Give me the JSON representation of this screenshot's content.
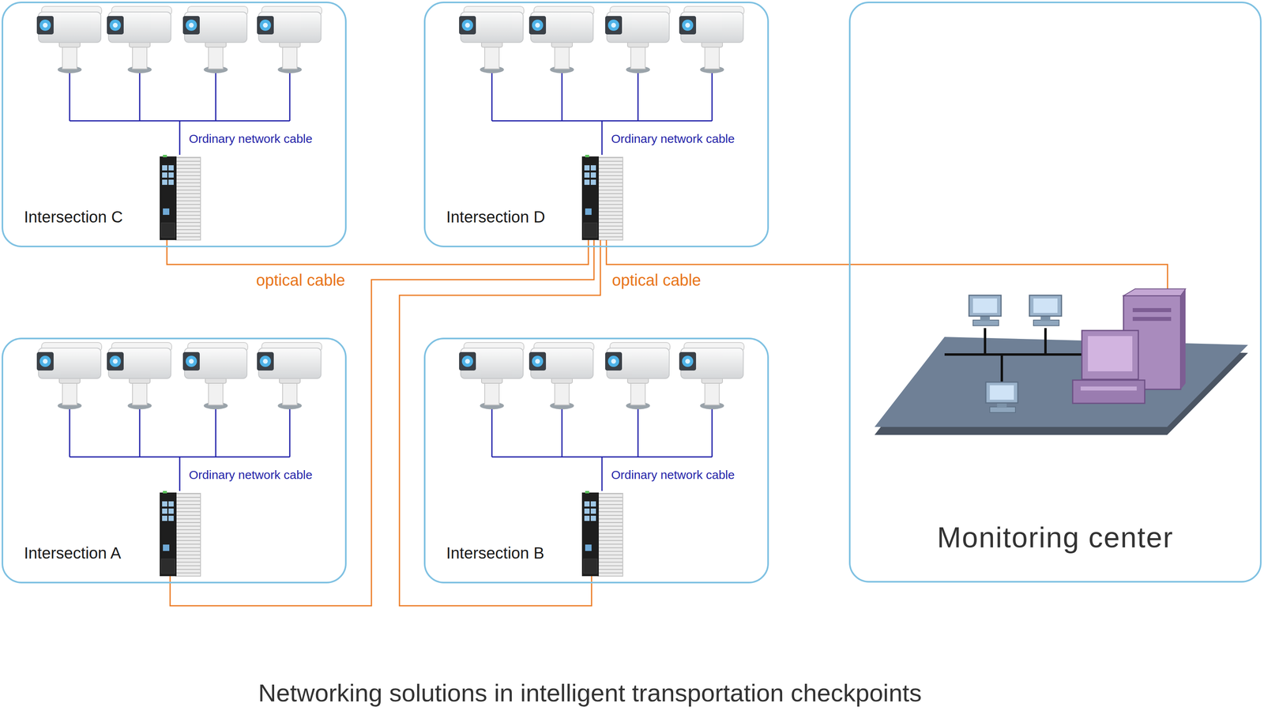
{
  "diagram": {
    "caption": "Networking solutions in intelligent transportation checkpoints",
    "nodes": [
      {
        "text": [
          "Intersection C"
        ]
      },
      {
        "text": [
          "Intersection D"
        ]
      },
      {
        "text": [
          "Monitoring center"
        ]
      },
      {
        "text": [
          "Intersection A"
        ]
      },
      {
        "text": [
          "Intersection B"
        ]
      }
    ],
    "edges": [
      {
        "from": 1,
        "to": 0,
        "arrow": "none",
        "label": "optical cable"
      },
      {
        "from": 1,
        "to": 2,
        "arrow": "none",
        "label": "optical cable"
      },
      {
        "from": 1,
        "to": 3,
        "arrow": "none"
      },
      {
        "from": 1,
        "to": 4,
        "arrow": "none"
      }
    ],
    "labels": [
      "Ordinary network cable",
      "Ordinary network cable",
      "Ordinary network cable",
      "Ordinary network cable"
    ]
  }
}
